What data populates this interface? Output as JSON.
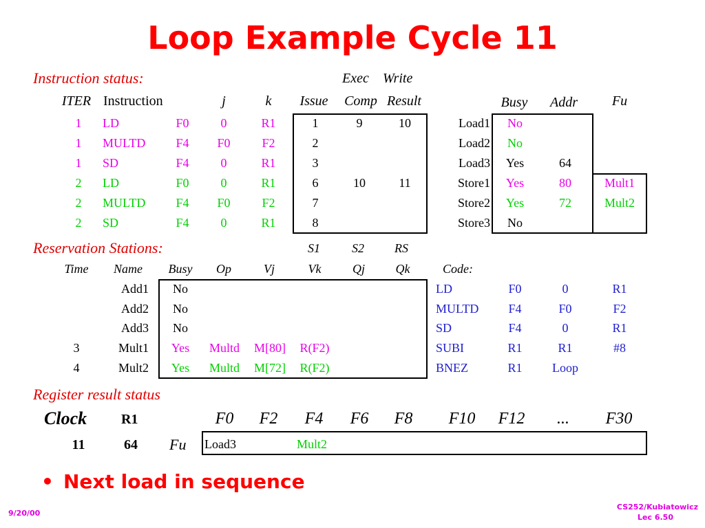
{
  "title": "Loop Example Cycle 11",
  "instr": {
    "label": "Instruction status:",
    "exec_label": "Exec",
    "write_label": "Write",
    "headers": [
      "ITER",
      "Instruction",
      "j",
      "k",
      "Issue",
      "Comp",
      "Result"
    ],
    "rows": [
      [
        "1",
        "LD",
        "F0",
        "0",
        "R1",
        "1",
        "9",
        "10"
      ],
      [
        "1",
        "MULTD",
        "F4",
        "F0",
        "F2",
        "2",
        "",
        ""
      ],
      [
        "1",
        "SD",
        "F4",
        "0",
        "R1",
        "3",
        "",
        ""
      ],
      [
        "2",
        "LD",
        "F0",
        "0",
        "R1",
        "6",
        "10",
        "11"
      ],
      [
        "2",
        "MULTD",
        "F4",
        "F0",
        "F2",
        "7",
        "",
        ""
      ],
      [
        "2",
        "SD",
        "F4",
        "0",
        "R1",
        "8",
        "",
        ""
      ]
    ]
  },
  "buffers": {
    "headers": [
      "Busy",
      "Addr",
      "Fu"
    ],
    "rows": [
      [
        "Load1",
        "No",
        "",
        ""
      ],
      [
        "Load2",
        "No",
        "",
        ""
      ],
      [
        "Load3",
        "Yes",
        "64",
        ""
      ],
      [
        "Store1",
        "Yes",
        "80",
        "Mult1"
      ],
      [
        "Store2",
        "Yes",
        "72",
        "Mult2"
      ],
      [
        "Store3",
        "No",
        "",
        ""
      ]
    ]
  },
  "rs": {
    "label": "Reservation Stations:",
    "upper_headers": [
      "S1",
      "S2",
      "RS"
    ],
    "headers": [
      "Time",
      "Name",
      "Busy",
      "Op",
      "Vj",
      "Vk",
      "Qj",
      "Qk"
    ],
    "rows": [
      [
        "",
        "Add1",
        "No",
        "",
        "",
        "",
        "",
        ""
      ],
      [
        "",
        "Add2",
        "No",
        "",
        "",
        "",
        "",
        ""
      ],
      [
        "",
        "Add3",
        "No",
        "",
        "",
        "",
        "",
        ""
      ],
      [
        "3",
        "Mult1",
        "Yes",
        "Multd",
        "M[80]",
        "R(F2)",
        "",
        ""
      ],
      [
        "4",
        "Mult2",
        "Yes",
        "Multd",
        "M[72]",
        "R(F2)",
        "",
        ""
      ]
    ]
  },
  "code": {
    "label": "Code:",
    "rows": [
      [
        "LD",
        "F0",
        "0",
        "R1"
      ],
      [
        "MULTD",
        "F4",
        "F0",
        "F2"
      ],
      [
        "SD",
        "F4",
        "0",
        "R1"
      ],
      [
        "SUBI",
        "R1",
        "R1",
        "#8"
      ],
      [
        "BNEZ",
        "R1",
        "Loop",
        ""
      ]
    ]
  },
  "reg": {
    "label": "Register result status",
    "clock_label": "Clock",
    "r1_label": "R1",
    "regs": [
      "F0",
      "F2",
      "F4",
      "F6",
      "F8",
      "F10",
      "F12",
      "...",
      "F30"
    ],
    "clock_value": "11",
    "r1_value": "64",
    "fu_label": "Fu",
    "fu_values": [
      "Load3",
      "",
      "Mult2",
      "",
      "",
      "",
      "",
      "",
      ""
    ]
  },
  "bullet": "Next load in sequence",
  "footer": {
    "date": "9/20/00",
    "course": "CS252/Kubiatowicz",
    "lecture": "Lec 6.50"
  }
}
